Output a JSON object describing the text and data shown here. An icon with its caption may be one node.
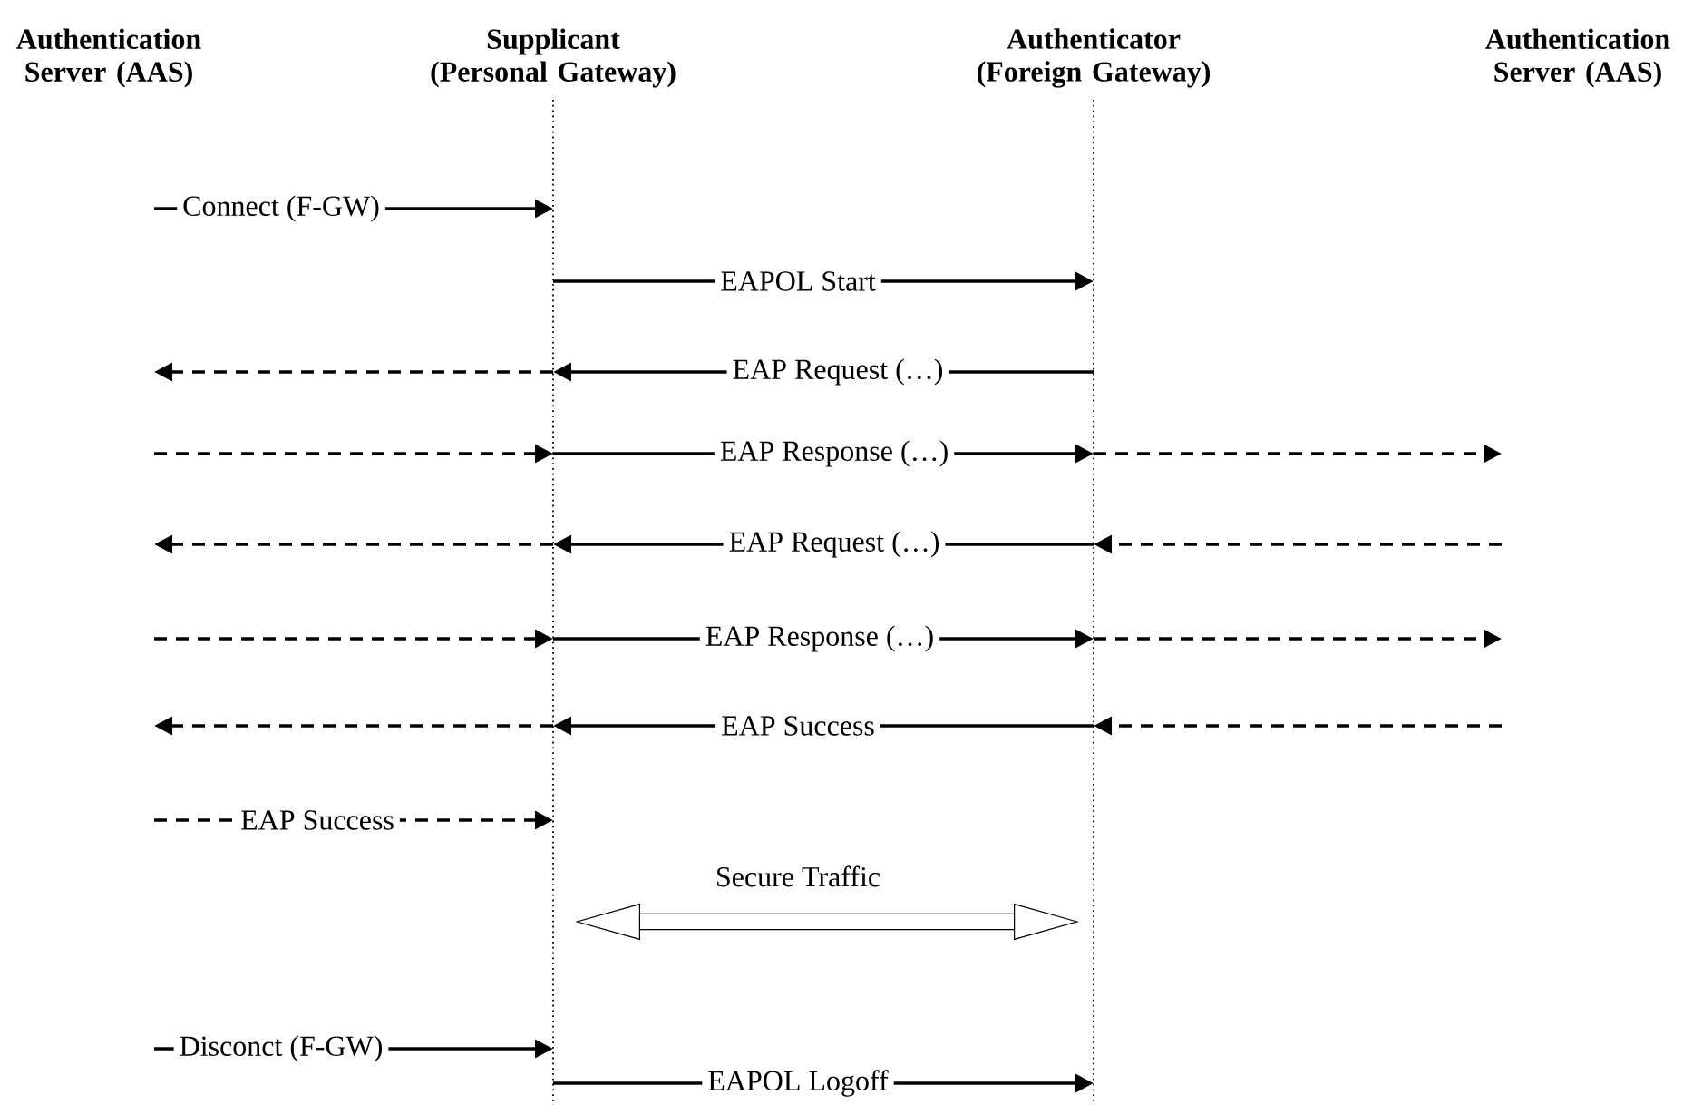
{
  "diagram": {
    "nodes": [
      {
        "text": [
          "Authentication Server (AAS)"
        ]
      },
      {
        "text": [
          "Supplicant (Personal Gateway)"
        ]
      },
      {
        "text": [
          "Authenticator (Foreign Gateway)"
        ]
      },
      {
        "text": [
          "Authentication Server (AAS)"
        ]
      }
    ],
    "edges": [
      {
        "from": null,
        "to": 1,
        "arrow": "to",
        "label": "Connect (F-GW)"
      },
      {
        "from": 1,
        "to": 2,
        "arrow": "to",
        "label": "EAPOL Start"
      },
      {
        "from": 2,
        "to": 1,
        "arrow": "to",
        "label": "EAP Request (…)"
      },
      {
        "from": 1,
        "to": null,
        "arrow": "to",
        "style": "dashed"
      },
      {
        "from": null,
        "to": 1,
        "arrow": "to",
        "style": "dashed"
      },
      {
        "from": 1,
        "to": 2,
        "arrow": "to",
        "label": "EAP Response (…)"
      },
      {
        "from": 2,
        "to": null,
        "arrow": "to",
        "style": "dashed"
      },
      {
        "from": null,
        "to": 2,
        "arrow": "to",
        "style": "dashed"
      },
      {
        "from": 2,
        "to": 1,
        "arrow": "to",
        "label": "EAP Request (…)"
      },
      {
        "from": 1,
        "to": null,
        "arrow": "to",
        "style": "dashed"
      },
      {
        "from": null,
        "to": 1,
        "arrow": "to",
        "style": "dashed"
      },
      {
        "from": 1,
        "to": 2,
        "arrow": "to",
        "label": "EAP Response (…)"
      },
      {
        "from": 2,
        "to": null,
        "arrow": "to",
        "style": "dashed"
      },
      {
        "from": null,
        "to": 2,
        "arrow": "to",
        "style": "dashed"
      },
      {
        "from": 2,
        "to": 1,
        "arrow": "to",
        "label": "EAP Success"
      },
      {
        "from": 1,
        "to": null,
        "arrow": "to",
        "style": "dashed"
      },
      {
        "from": null,
        "to": 1,
        "arrow": "to",
        "style": "dashed",
        "label": "EAP Success"
      },
      {
        "from": 1,
        "to": 2,
        "arrow": "both",
        "style": "thick",
        "label": "Secure Traffic"
      },
      {
        "from": null,
        "to": 1,
        "arrow": "to",
        "label": "Disconct (F-GW)"
      },
      {
        "from": 1,
        "to": 2,
        "arrow": "to",
        "label": "EAPOL Logoff"
      }
    ]
  }
}
